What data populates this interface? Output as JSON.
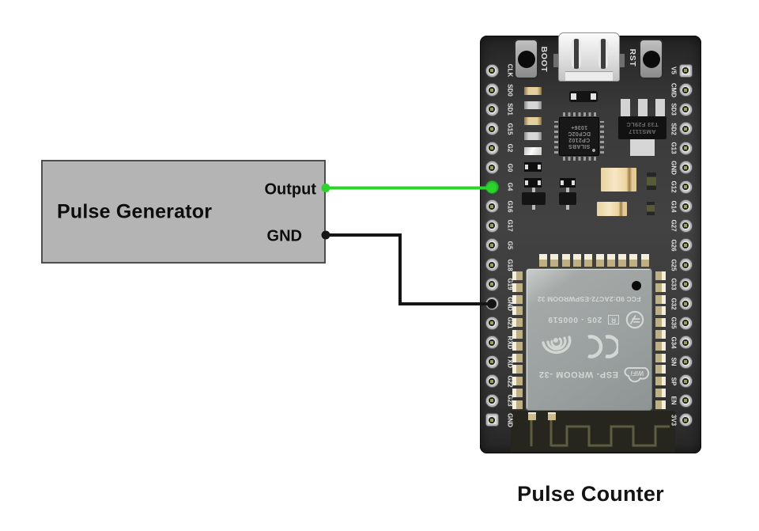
{
  "pulse_generator": {
    "title": "Pulse Generator",
    "pins": [
      {
        "label": "Output"
      },
      {
        "label": "GND"
      }
    ]
  },
  "caption": "Pulse Counter",
  "board": {
    "buttons": [
      {
        "label": "BOOT"
      },
      {
        "label": "RST"
      }
    ],
    "left_pins": [
      "CLK",
      "SD0",
      "SD1",
      "G15",
      "G2",
      "G0",
      "G4",
      "G16",
      "G17",
      "G5",
      "G18",
      "G19",
      "GND",
      "G21",
      "RXD",
      "TXD",
      "G22",
      "G23",
      "GND"
    ],
    "right_pins": [
      "V5",
      "CMD",
      "SD3",
      "SD2",
      "G13",
      "GND",
      "G12",
      "G14",
      "G27",
      "G26",
      "G25",
      "G33",
      "G32",
      "G35",
      "G34",
      "SN",
      "SP",
      "EN",
      "3V3"
    ],
    "usb_bridge_chip": {
      "lines": [
        "SILABS",
        "CP2102",
        "DCF02C",
        "1036+"
      ]
    },
    "voltage_regulator": {
      "lines": [
        "AMS1117",
        "T33 F29LC"
      ]
    },
    "wifi_module": {
      "fcc_line": "FCC 9D:2AC72-ESPWROOM 32",
      "reg_mark": "R",
      "serial": "205 - 000519",
      "wifi_badge": "WiFi",
      "name": "ESP- WROOM -32"
    }
  },
  "wires": [
    {
      "id": "output-wire",
      "from": "Pulse Generator Output",
      "to": "G4",
      "color": "#2bd32b"
    },
    {
      "id": "ground-wire",
      "from": "Pulse Generator GND",
      "to": "GND",
      "color": "#141414"
    }
  ],
  "colors": {
    "pulse_generator_fill": "#b4b4b4",
    "board_fill": "#3a3a3a",
    "shield_fill": "#9aa09f",
    "castellation_pad": "#bfb083"
  }
}
